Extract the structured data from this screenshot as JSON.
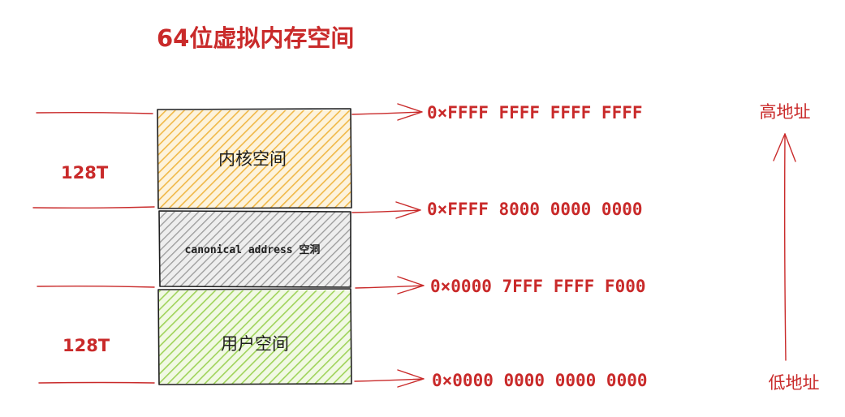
{
  "title": "64位虚拟内存空间",
  "colors": {
    "red": "#c92a2a",
    "kernel_fill": "#f0b847",
    "hole_fill": "#9a9a9a",
    "user_fill": "#9fd35a",
    "outline": "#1e1e1e"
  },
  "regions": [
    {
      "label": "内核空间",
      "size": "128T"
    },
    {
      "label": "canonical address 空洞"
    },
    {
      "label": "用户空间",
      "size": "128T"
    }
  ],
  "addresses": [
    "0×FFFF FFFF FFFF FFFF",
    "0×FFFF 8000 0000 0000",
    "0×0000 7FFF FFFF F000",
    "0×0000 0000 0000 0000"
  ],
  "axis": {
    "high": "高地址",
    "low": "低地址"
  }
}
